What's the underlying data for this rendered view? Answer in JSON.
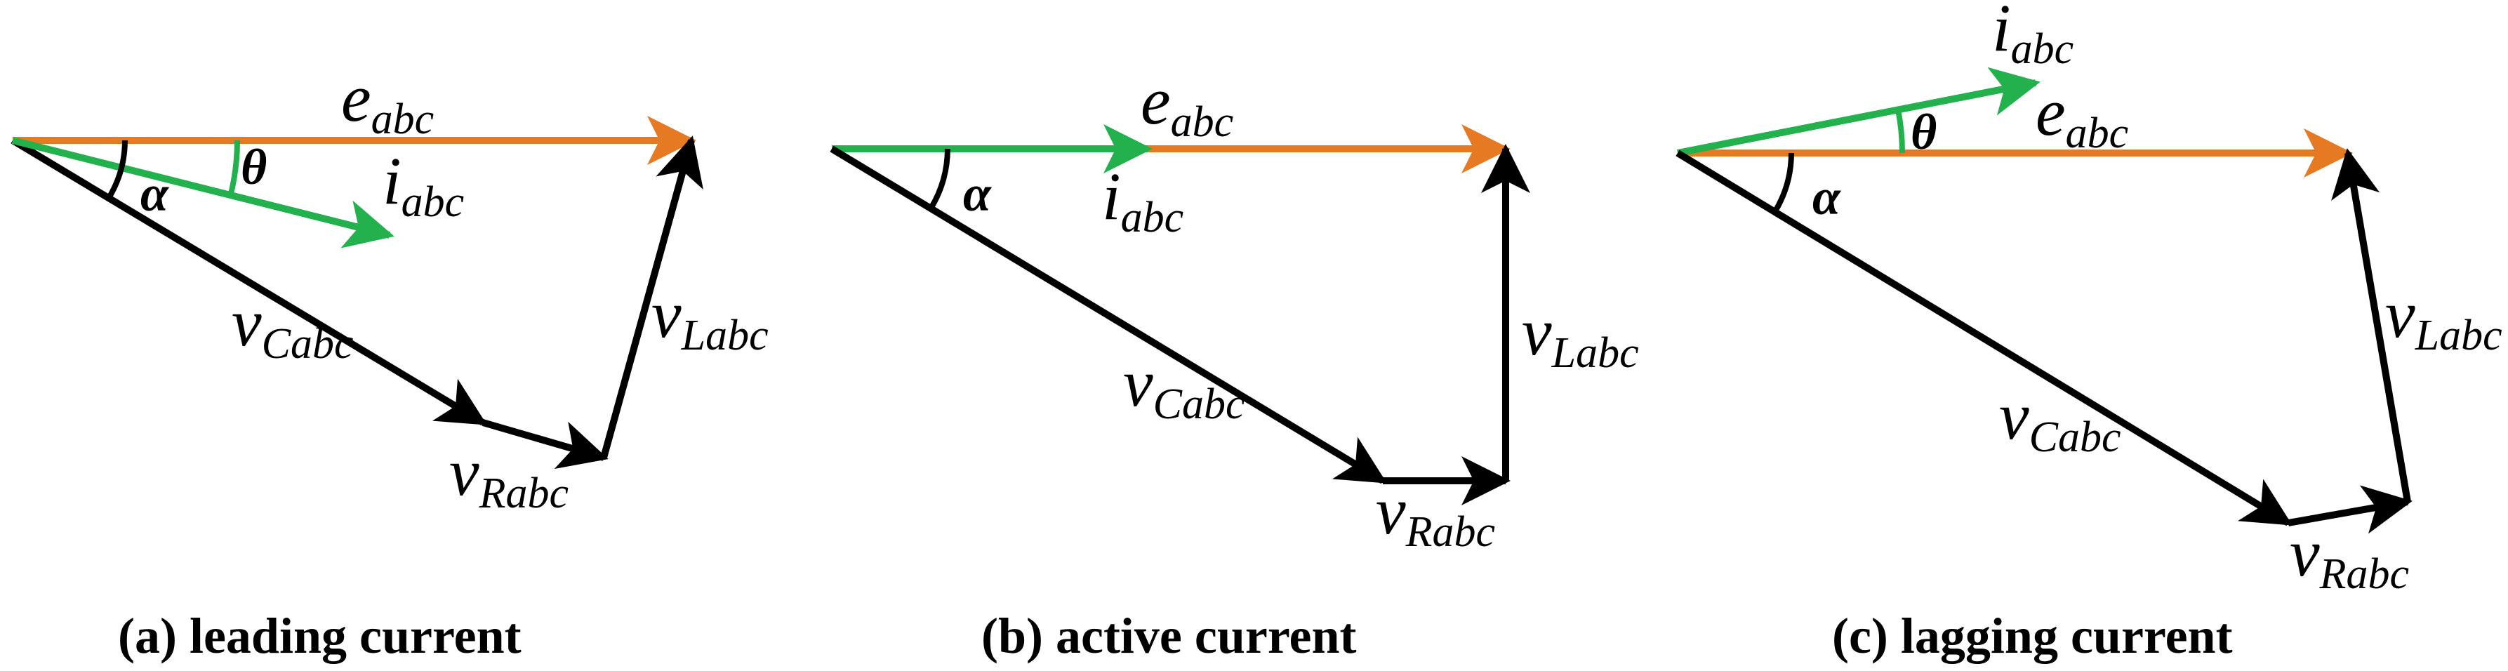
{
  "colors": {
    "e": "#e57a22",
    "i": "#22b14c",
    "v": "#000000"
  },
  "labels": {
    "e": {
      "main": "e",
      "sub": "abc"
    },
    "i": {
      "main": "i",
      "sub": "abc"
    },
    "vC": {
      "main": "v",
      "sub": "Cabc"
    },
    "vR": {
      "main": "v",
      "sub": "Rabc"
    },
    "vL": {
      "main": "v",
      "sub": "Labc"
    },
    "alpha": "α",
    "theta": "θ"
  },
  "panels": [
    {
      "id": "a",
      "caption": "(a) leading current",
      "has_theta": true
    },
    {
      "id": "b",
      "caption": "(b) active current",
      "has_theta": false
    },
    {
      "id": "c",
      "caption": "(c) lagging current",
      "has_theta": true
    }
  ]
}
